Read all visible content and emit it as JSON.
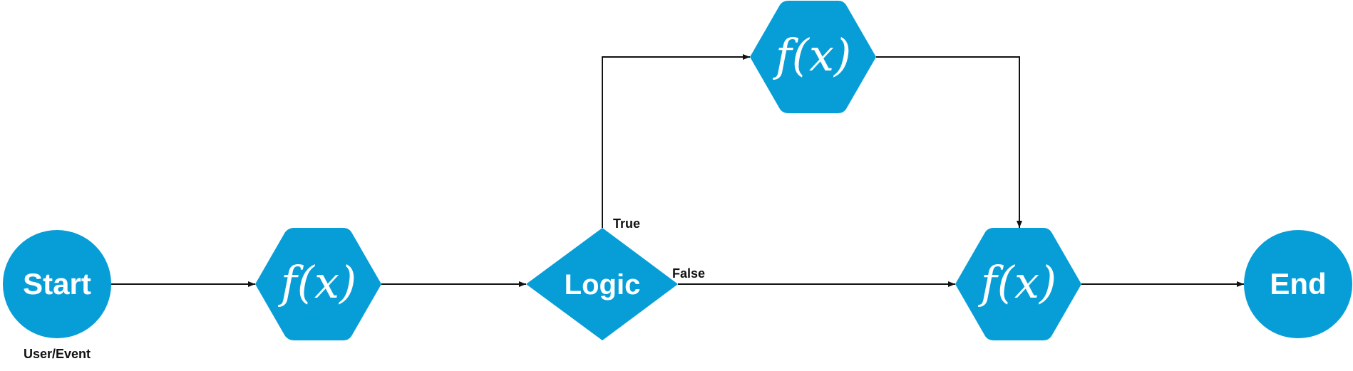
{
  "diagram": {
    "colors": {
      "node_fill": "#079ED8",
      "edge_stroke": "#111111",
      "node_text": "#FFFFFF",
      "label_text": "#111111"
    },
    "nodes": {
      "start": {
        "label": "Start",
        "shape": "circle"
      },
      "function_1": {
        "label": "f(x)",
        "shape": "hexagon"
      },
      "logic": {
        "label": "Logic",
        "shape": "diamond"
      },
      "function_true": {
        "label": "f(x)",
        "shape": "hexagon"
      },
      "function_merge": {
        "label": "f(x)",
        "shape": "hexagon"
      },
      "end": {
        "label": "End",
        "shape": "circle"
      }
    },
    "captions": {
      "start": "User/Event"
    },
    "edge_labels": {
      "true": "True",
      "false": "False"
    },
    "edges": [
      {
        "from": "start",
        "to": "function_1"
      },
      {
        "from": "function_1",
        "to": "logic"
      },
      {
        "from": "logic",
        "to": "function_true",
        "label": "True"
      },
      {
        "from": "logic",
        "to": "function_merge",
        "label": "False"
      },
      {
        "from": "function_true",
        "to": "function_merge"
      },
      {
        "from": "function_merge",
        "to": "end"
      }
    ]
  }
}
